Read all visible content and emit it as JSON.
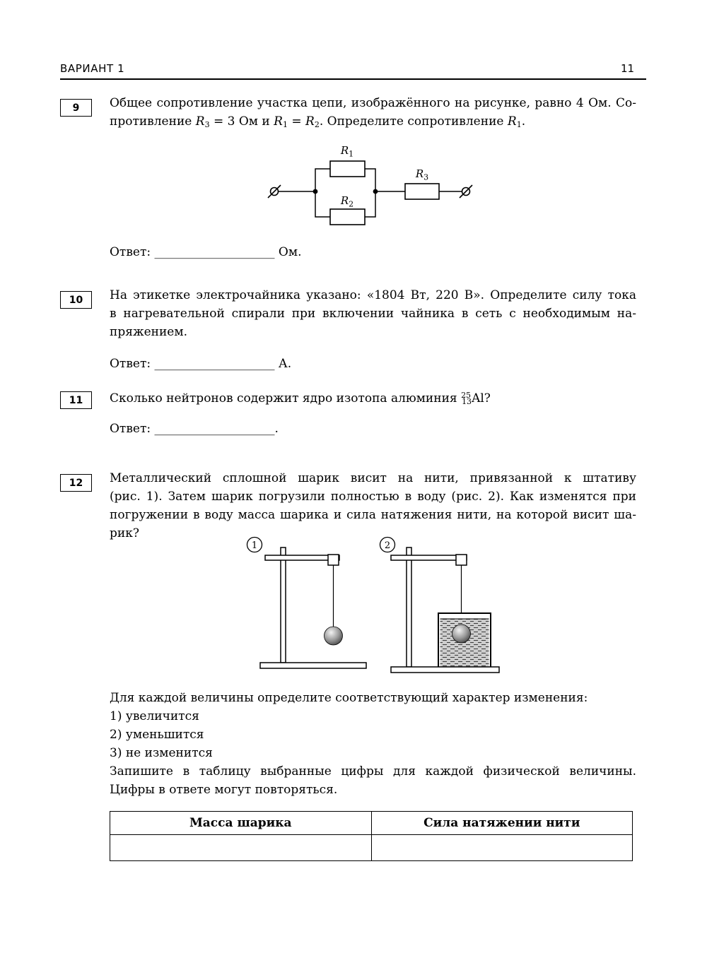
{
  "page": {
    "header_left": "ВАРИАНТ 1",
    "page_number": "11"
  },
  "q9": {
    "number": "9",
    "lines": [
      {
        "j": 1,
        "p": [
          {
            "t": "Общее сопротивление участка цепи, изображённого на рисунке, равно 4 Ом. Со-"
          }
        ]
      },
      {
        "j": 0,
        "p": [
          {
            "t": "противление "
          },
          {
            "t": "R",
            "s": "v"
          },
          {
            "t": "3",
            "s": "sub"
          },
          {
            "t": " = 3 Ом и "
          },
          {
            "t": "R",
            "s": "v"
          },
          {
            "t": "1",
            "s": "sub"
          },
          {
            "t": " = "
          },
          {
            "t": "R",
            "s": "v"
          },
          {
            "t": "2",
            "s": "sub"
          },
          {
            "t": ". Определите сопротивление "
          },
          {
            "t": "R",
            "s": "v"
          },
          {
            "t": "1",
            "s": "sub"
          },
          {
            "t": "."
          }
        ]
      }
    ],
    "circuit": {
      "r1": {
        "base": "R",
        "sub": "1"
      },
      "r2": {
        "base": "R",
        "sub": "2"
      },
      "r3": {
        "base": "R",
        "sub": "3"
      }
    },
    "answer": [
      {
        "j": 0,
        "p": [
          {
            "t": "Ответ: "
          },
          {
            "t": "____________________",
            "s": "blank"
          },
          {
            "t": " Ом."
          }
        ]
      }
    ]
  },
  "q10": {
    "number": "10",
    "lines": [
      {
        "j": 1,
        "p": [
          {
            "t": "На этикетке электрочайника указано: «1804 Вт, 220 В». Определите силу тока"
          }
        ]
      },
      {
        "j": 1,
        "p": [
          {
            "t": "в нагревательной спирали при включении чайника в сеть с необходимым на-"
          }
        ]
      },
      {
        "j": 0,
        "p": [
          {
            "t": "пряжением."
          }
        ]
      }
    ],
    "answer": [
      {
        "j": 0,
        "p": [
          {
            "t": "Ответ: "
          },
          {
            "t": "____________________",
            "s": "blank"
          },
          {
            "t": " А."
          }
        ]
      }
    ]
  },
  "q11": {
    "number": "11",
    "lines": [
      {
        "j": 0,
        "p": [
          {
            "t": "Сколько нейтронов содержит ядро изотопа алюминия "
          },
          {
            "t": "25",
            "s": "isoSup"
          },
          {
            "t": "13",
            "s": "isoSub"
          },
          {
            "t": "Al"
          },
          {
            "t": "?"
          }
        ]
      }
    ],
    "answer": [
      {
        "j": 0,
        "p": [
          {
            "t": "Ответ: "
          },
          {
            "t": "____________________",
            "s": "blank"
          },
          {
            "t": "."
          }
        ]
      }
    ]
  },
  "q12": {
    "number": "12",
    "lines": [
      {
        "j": 1,
        "p": [
          {
            "t": "Металлический сплошной шарик висит на нити, привязанной к штативу"
          }
        ]
      },
      {
        "j": 1,
        "p": [
          {
            "t": "(рис. 1). Затем шарик погрузили полностью в воду (рис. 2). Как изменятся при"
          }
        ]
      },
      {
        "j": 1,
        "p": [
          {
            "t": "погружении в воду масса шарика и сила натяжения нити, на которой висит ша-"
          }
        ]
      },
      {
        "j": 0,
        "p": [
          {
            "t": "рик?"
          }
        ]
      }
    ],
    "figure": {
      "fig1": "1",
      "fig2": "2"
    },
    "instructions": [
      {
        "j": 0,
        "p": [
          {
            "t": "Для каждой величины определите соответствующий характер изменения:"
          }
        ]
      },
      {
        "j": 0,
        "p": [
          {
            "t": "1) увеличится"
          }
        ]
      },
      {
        "j": 0,
        "p": [
          {
            "t": "2) уменьшится"
          }
        ]
      },
      {
        "j": 0,
        "p": [
          {
            "t": "3) не изменится"
          }
        ]
      },
      {
        "j": 1,
        "p": [
          {
            "t": "Запишите в таблицу выбранные цифры для каждой физической величины."
          }
        ]
      },
      {
        "j": 0,
        "p": [
          {
            "t": "Цифры в ответе могут повторяться."
          }
        ]
      }
    ],
    "table": {
      "headers": [
        "Масса шарика",
        "Сила натяжении нити"
      ],
      "row": [
        "",
        ""
      ]
    }
  }
}
